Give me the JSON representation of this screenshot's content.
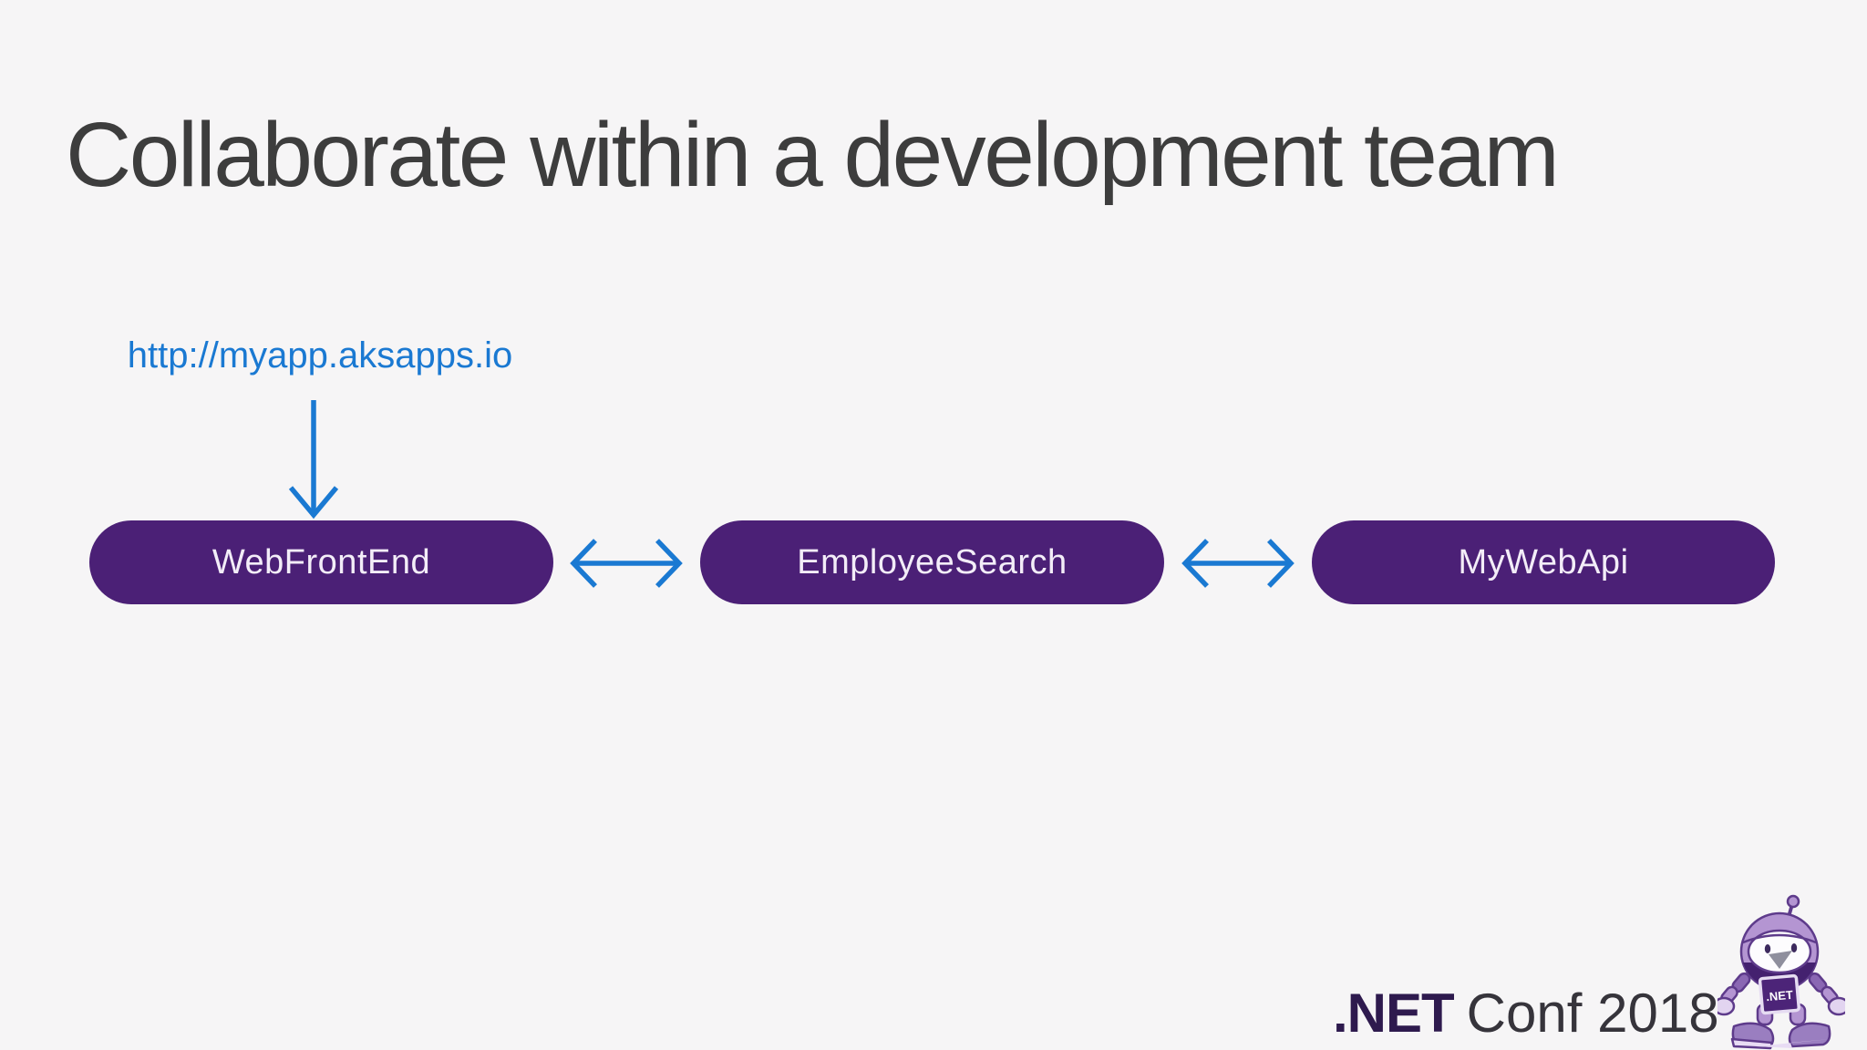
{
  "slide": {
    "title": "Collaborate within a development team"
  },
  "diagram": {
    "url_label": "http://myapp.aksapps.io",
    "nodes": [
      {
        "label": "WebFrontEnd"
      },
      {
        "label": "EmployeeSearch"
      },
      {
        "label": "MyWebApi"
      }
    ],
    "connections": [
      "url_label -> WebFrontEnd",
      "WebFrontEnd <-> EmployeeSearch",
      "EmployeeSearch <-> MyWebApi"
    ]
  },
  "footer": {
    "brand_bold": ".NET",
    "brand_rest": "Conf 2018",
    "badge_label": ".NET"
  },
  "colors": {
    "background": "#f6f5f6",
    "title_text": "#3d3d3d",
    "accent_blue": "#1a79d2",
    "node_purple": "#4b2076",
    "node_text": "#f3edf8",
    "brand_dark_purple": "#2e1a4e",
    "brand_gray": "#36343b",
    "mascot_purple_light": "#b495d2",
    "mascot_purple_outline": "#5e3b8b"
  }
}
